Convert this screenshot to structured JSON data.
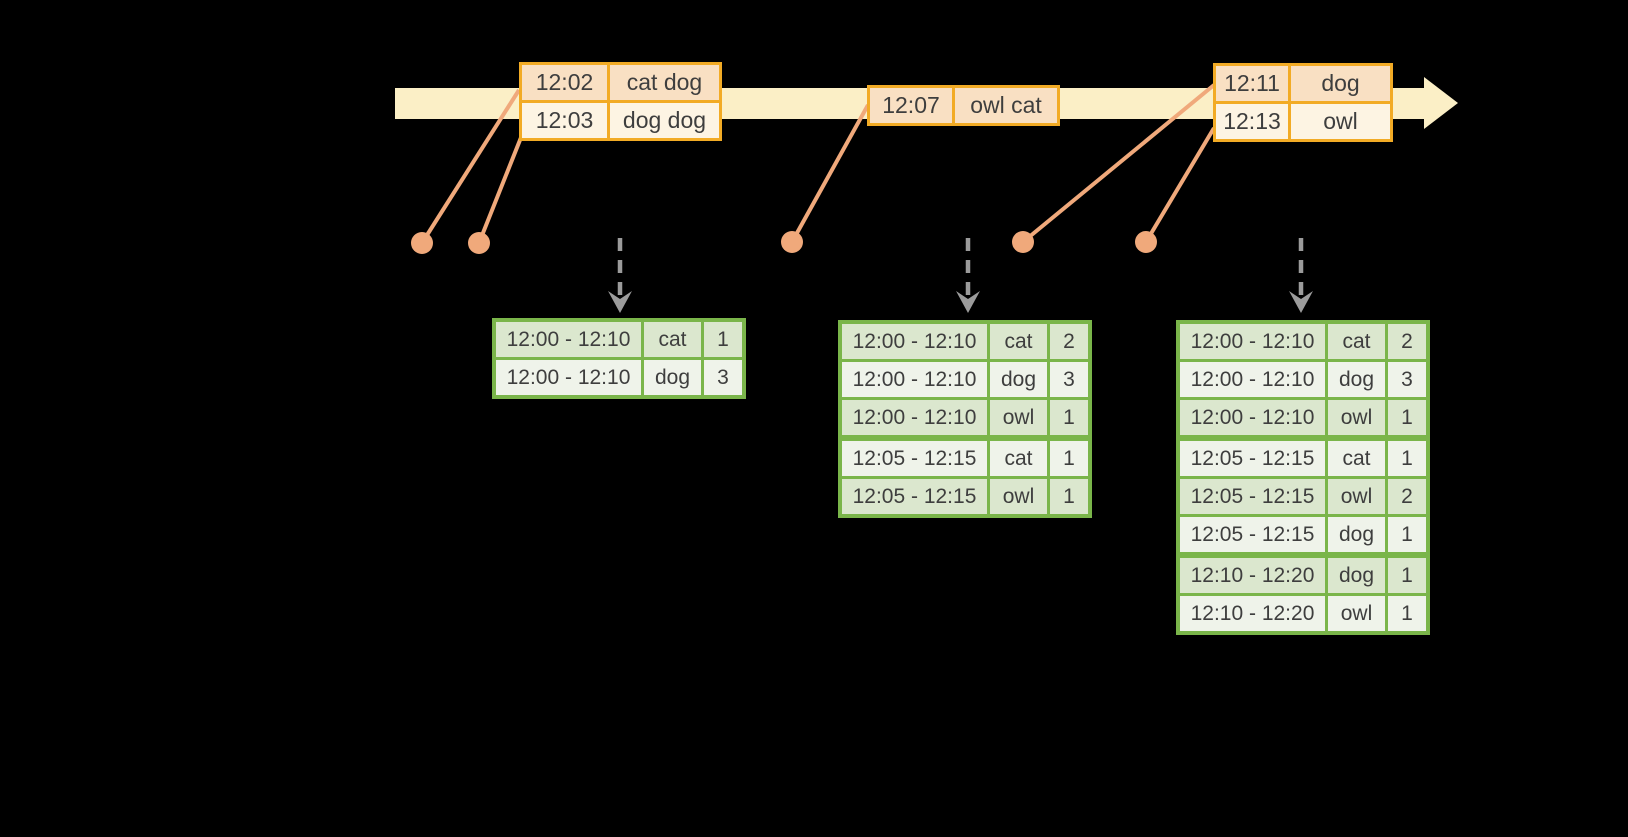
{
  "colors": {
    "background": "#000000",
    "timeline-fill": "#FBEFC6",
    "event-border": "#F2AB25",
    "event-row-dark": "#F9E0C3",
    "event-row-light": "#FDF4E3",
    "dot-fill": "#F0A97B",
    "trigger-arrow": "#9B9B9B",
    "table-border": "#7AB54A",
    "table-row-dark": "#DBE7CE",
    "table-row-light": "#EFF3EA",
    "text": "#3E3E3E"
  },
  "timeline": {
    "event_boxes": [
      {
        "rows": [
          {
            "time": "12:02",
            "words": "cat dog"
          },
          {
            "time": "12:03",
            "words": "dog dog"
          }
        ]
      },
      {
        "rows": [
          {
            "time": "12:07",
            "words": "owl cat"
          }
        ]
      },
      {
        "rows": [
          {
            "time": "12:11",
            "words": "dog"
          },
          {
            "time": "12:13",
            "words": "owl"
          }
        ]
      }
    ]
  },
  "result_tables": [
    {
      "rows": [
        {
          "window": "12:00 - 12:10",
          "word": "cat",
          "count": "1"
        },
        {
          "window": "12:00 - 12:10",
          "word": "dog",
          "count": "3"
        }
      ]
    },
    {
      "rows": [
        {
          "window": "12:00 - 12:10",
          "word": "cat",
          "count": "2"
        },
        {
          "window": "12:00 - 12:10",
          "word": "dog",
          "count": "3"
        },
        {
          "window": "12:00 - 12:10",
          "word": "owl",
          "count": "1"
        },
        {
          "window": "12:05 - 12:15",
          "word": "cat",
          "count": "1"
        },
        {
          "window": "12:05 - 12:15",
          "word": "owl",
          "count": "1"
        }
      ]
    },
    {
      "rows": [
        {
          "window": "12:00 - 12:10",
          "word": "cat",
          "count": "2"
        },
        {
          "window": "12:00 - 12:10",
          "word": "dog",
          "count": "3"
        },
        {
          "window": "12:00 - 12:10",
          "word": "owl",
          "count": "1"
        },
        {
          "window": "12:05 - 12:15",
          "word": "cat",
          "count": "1"
        },
        {
          "window": "12:05 - 12:15",
          "word": "owl",
          "count": "2"
        },
        {
          "window": "12:05 - 12:15",
          "word": "dog",
          "count": "1"
        },
        {
          "window": "12:10 - 12:20",
          "word": "dog",
          "count": "1"
        },
        {
          "window": "12:10 - 12:20",
          "word": "owl",
          "count": "1"
        }
      ]
    }
  ]
}
